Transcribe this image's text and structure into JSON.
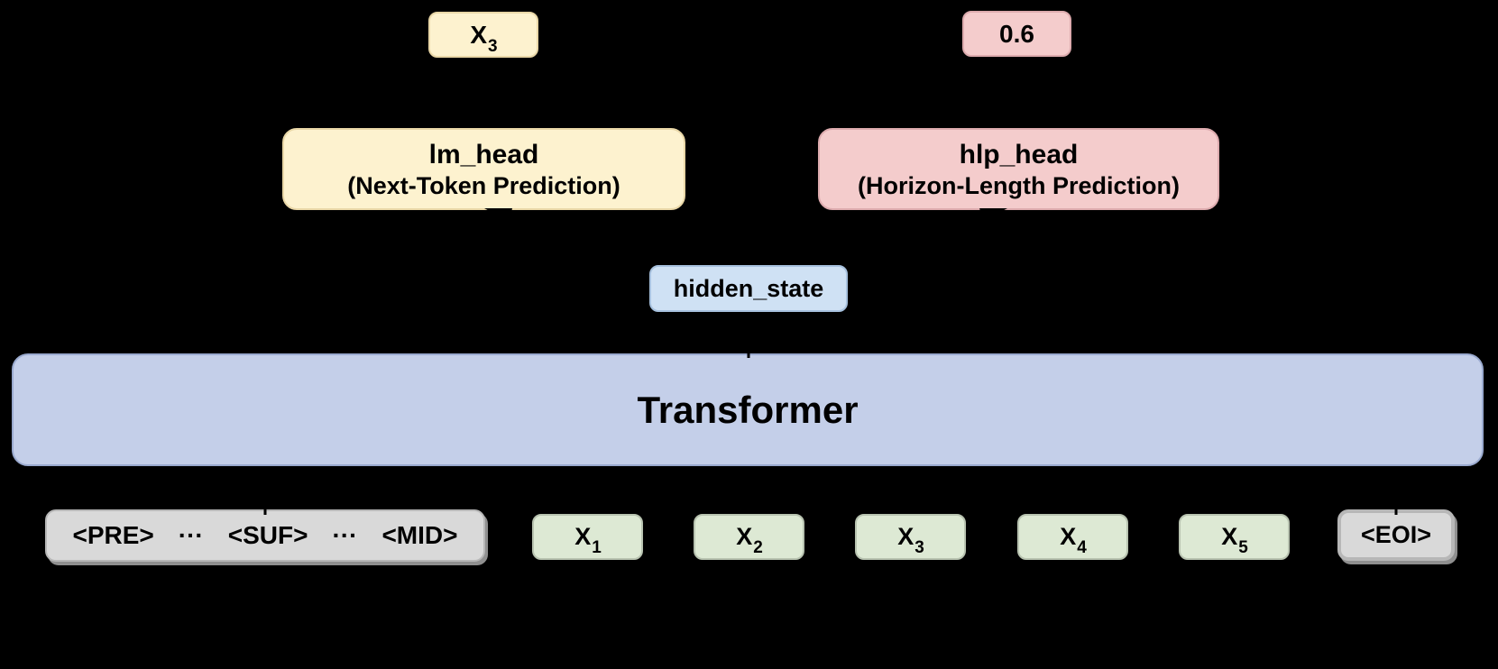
{
  "diagram": {
    "background_color": "#000000",
    "outputs": {
      "next_token": {
        "base": "X",
        "sub": "3"
      },
      "horizon_length": {
        "value": "0.6"
      }
    },
    "lm_head": {
      "title": "lm_head",
      "subtitle": "(Next-Token Prediction)"
    },
    "hlp_head": {
      "title": "hlp_head",
      "subtitle": "(Horizon-Length Prediction)"
    },
    "hidden_state": {
      "label": "hidden_state"
    },
    "transformer": {
      "label": "Transformer"
    },
    "fim_prompt": {
      "parts": [
        "<PRE>",
        "···",
        "<SUF>",
        "···",
        "<MID>"
      ]
    },
    "tokens": [
      {
        "base": "X",
        "sub": "1"
      },
      {
        "base": "X",
        "sub": "2"
      },
      {
        "base": "X",
        "sub": "3"
      },
      {
        "base": "X",
        "sub": "4"
      },
      {
        "base": "X",
        "sub": "5"
      }
    ],
    "eoi_token": {
      "label": "<EOI>"
    },
    "colors": {
      "background": "#000000",
      "lm_fill": "#fdf2cf",
      "lm_border": "#e9d7a7",
      "hlp_fill": "#f4cccc",
      "hlp_border": "#ddabae",
      "hidden_fill": "#cfe1f4",
      "hidden_border": "#a7c1de",
      "transformer_fill": "#c4cfe9",
      "transformer_border": "#9aaacf",
      "token_fill": "#dde9d4",
      "token_border": "#b8c3b0",
      "special_fill": "#d9d9d9",
      "special_border": "#b7b7b7",
      "arrow": "#000000"
    }
  }
}
